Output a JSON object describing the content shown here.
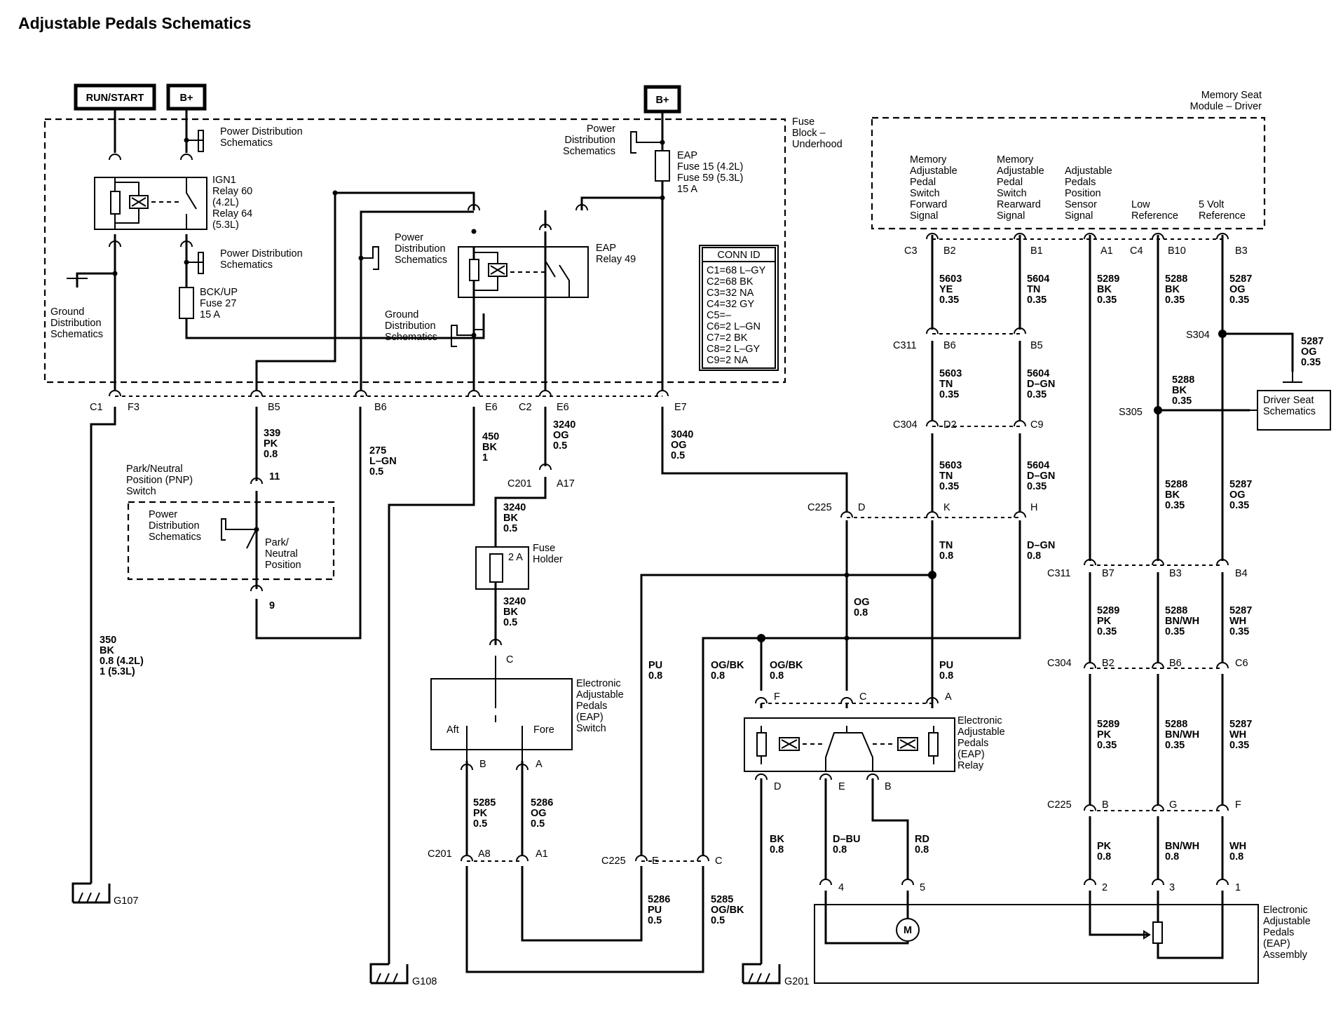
{
  "title": "Adjustable Pedals Schematics",
  "power": {
    "run_start": "RUN/START",
    "bplus_left": "B+",
    "bplus_right": "B+"
  },
  "fuse_block": {
    "label": [
      "Fuse",
      "Block –",
      "Underhood"
    ]
  },
  "memory_module": {
    "label": [
      "Memory Seat",
      "Module – Driver"
    ]
  },
  "module_signals": {
    "fwd": [
      "Memory",
      "Adjustable",
      "Pedal",
      "Switch",
      "Forward",
      "Signal"
    ],
    "rwd": [
      "Memory",
      "Adjustable",
      "Pedal",
      "Switch",
      "Rearward",
      "Signal"
    ],
    "pos": [
      "Adjustable",
      "Pedals",
      "Position",
      "Sensor",
      "Signal"
    ],
    "low": [
      "Low",
      "Reference"
    ],
    "volt5": [
      "5 Volt",
      "Reference"
    ]
  },
  "refs": {
    "pds1": [
      "Power Distribution",
      "Schematics"
    ],
    "pds2": [
      "Power Distribution",
      "Schematics"
    ],
    "pds3": [
      "Power",
      "Distribution",
      "Schematics"
    ],
    "pds4": [
      "Power",
      "Distribution",
      "Schematics"
    ],
    "pds5": [
      "Power",
      "Distribution",
      "Schematics"
    ],
    "gds1": [
      "Ground",
      "Distribution",
      "Schematics"
    ],
    "gds2": [
      "Ground",
      "Distribution",
      "Schematics"
    ],
    "driver_seat": [
      "Driver Seat",
      "Schematics"
    ]
  },
  "relays": {
    "ign1": [
      "IGN1",
      "Relay 60",
      "(4.2L)",
      "Relay 64",
      "(5.3L)"
    ],
    "eap49": [
      "EAP",
      "Relay 49"
    ]
  },
  "fuses": {
    "bckup": [
      "BCK/UP",
      "Fuse 27",
      "15 A"
    ],
    "eap": [
      "EAP",
      "Fuse 15 (4.2L)",
      "Fuse 59 (5.3L)",
      "15 A"
    ],
    "holder_rating": "2 A",
    "holder_label": [
      "Fuse",
      "Holder"
    ]
  },
  "conn_id": {
    "header": "CONN ID",
    "rows": [
      "C1=68 L–GY",
      "C2=68 BK",
      "C3=32 NA",
      "C4=32 GY",
      "C5=–",
      "C6=2 L–GN",
      "C7=2 BK",
      "C8=2 L–GY",
      "C9=2 NA"
    ]
  },
  "pnp": {
    "label": [
      "Park/Neutral",
      "Position (PNP)",
      "Switch"
    ],
    "contact": [
      "Park/",
      "Neutral",
      "Position"
    ],
    "pin_top": "11",
    "pin_bottom": "9"
  },
  "components": {
    "eap_switch": [
      "Electronic",
      "Adjustable",
      "Pedals",
      "(EAP)",
      "Switch"
    ],
    "aft": "Aft",
    "fore": "Fore",
    "eap_relay": [
      "Electronic",
      "Adjustable",
      "Pedals",
      "(EAP)",
      "Relay"
    ],
    "eap_assembly": [
      "Electronic",
      "Adjustable",
      "Pedals",
      "(EAP)",
      "Assembly"
    ],
    "motor": "M"
  },
  "grounds": {
    "g107": "G107",
    "g108": "G108",
    "g201": "G201"
  },
  "splices": {
    "s304": "S304",
    "s305": "S305"
  },
  "connectors": {
    "c1": "C1",
    "f3": "F3",
    "b5": "B5",
    "b6": "B6",
    "e6a": "E6",
    "c2": "C2",
    "e6b": "E6",
    "e7": "E7",
    "c201a": "C201",
    "a17": "A17",
    "c_sw": "C",
    "b_sw": "B",
    "a_sw": "A",
    "c201b": "C201",
    "a8": "A8",
    "a1": "A1",
    "c225a": "C225",
    "e225": "E",
    "c225c": "C",
    "c225b": "C225",
    "d225": "D",
    "k225": "K",
    "h225": "H",
    "f_rel": "F",
    "c_rel": "C",
    "a_rel": "A",
    "d_rel": "D",
    "e_rel": "E",
    "b_rel": "B",
    "c3": "C3",
    "b2": "B2",
    "b1": "B1",
    "a1m": "A1",
    "c4": "C4",
    "b10": "B10",
    "b3": "B3",
    "c311a": "C311",
    "b6m": "B6",
    "b5m": "B5",
    "c304a": "C304",
    "d2": "D2",
    "c9": "C9",
    "c311b": "C311",
    "b7": "B7",
    "b3b": "B3",
    "b4": "B4",
    "c304b": "C304",
    "b2b": "B2",
    "b6b": "B6",
    "c6": "C6",
    "c225d": "C225",
    "bb": "B",
    "g": "G",
    "f": "F",
    "p4": "4",
    "p5": "5",
    "p2": "2",
    "p3": "3",
    "p1": "1"
  },
  "wires": {
    "w339": [
      "339",
      "PK",
      "0.8"
    ],
    "w275": [
      "275",
      "L–GN",
      "0.5"
    ],
    "w450": [
      "450",
      "BK",
      "1"
    ],
    "w3240a": [
      "3240",
      "OG",
      "0.5"
    ],
    "w3040": [
      "3040",
      "OG",
      "0.5"
    ],
    "w3240b": [
      "3240",
      "BK",
      "0.5"
    ],
    "w3240c": [
      "3240",
      "BK",
      "0.5"
    ],
    "w350": [
      "350",
      "BK",
      "0.8 (4.2L)",
      "1    (5.3L)"
    ],
    "w5285a": [
      "5285",
      "PK",
      "0.5"
    ],
    "w5286a": [
      "5286",
      "OG",
      "0.5"
    ],
    "w5286b": [
      "5286",
      "PU",
      "0.5"
    ],
    "w5285b": [
      "5285",
      "OG/BK",
      "0.5"
    ],
    "pu1": [
      "PU",
      "0.8"
    ],
    "ogbk1": [
      "OG/BK",
      "0.8"
    ],
    "ogbk2": [
      "OG/BK",
      "0.8"
    ],
    "og": [
      "OG",
      "0.8"
    ],
    "pu2": [
      "PU",
      "0.8"
    ],
    "tn08": [
      "TN",
      "0.8"
    ],
    "dgn08": [
      "D–GN",
      "0.8"
    ],
    "bk08": [
      "BK",
      "0.8"
    ],
    "dbu": [
      "D–BU",
      "0.8"
    ],
    "rd": [
      "RD",
      "0.8"
    ],
    "w5603a": [
      "5603",
      "YE",
      "0.35"
    ],
    "w5603b": [
      "5603",
      "TN",
      "0.35"
    ],
    "w5603c": [
      "5603",
      "TN",
      "0.35"
    ],
    "w5604a": [
      "5604",
      "TN",
      "0.35"
    ],
    "w5604b": [
      "5604",
      "D–GN",
      "0.35"
    ],
    "w5604c": [
      "5604",
      "D–GN",
      "0.35"
    ],
    "w5289a": [
      "5289",
      "BK",
      "0.35"
    ],
    "w5289b": [
      "5289",
      "PK",
      "0.35"
    ],
    "w5289c": [
      "5289",
      "PK",
      "0.35"
    ],
    "pk08": [
      "PK",
      "0.8"
    ],
    "w5288a": [
      "5288",
      "BK",
      "0.35"
    ],
    "w5288s": [
      "5288",
      "BK",
      "0.35"
    ],
    "w5288b": [
      "5288",
      "BK",
      "0.35"
    ],
    "w5288c": [
      "5288",
      "BN/WH",
      "0.35"
    ],
    "w5288d": [
      "5288",
      "BN/WH",
      "0.35"
    ],
    "bnwh08": [
      "BN/WH",
      "0.8"
    ],
    "w5287a": [
      "5287",
      "OG",
      "0.35"
    ],
    "w5287s": [
      "5287",
      "OG",
      "0.35"
    ],
    "w5287b": [
      "5287",
      "OG",
      "0.35"
    ],
    "w5287c": [
      "5287",
      "WH",
      "0.35"
    ],
    "w5287d": [
      "5287",
      "WH",
      "0.35"
    ],
    "wh08": [
      "WH",
      "0.8"
    ]
  }
}
